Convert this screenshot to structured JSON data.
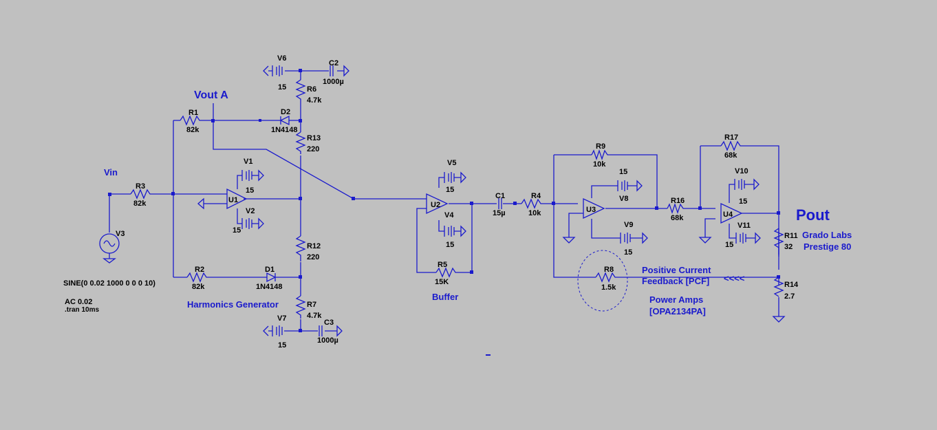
{
  "labels": {
    "vin": "Vin",
    "vout_a": "Vout A",
    "pout": "Pout",
    "load_line1": "Grado Labs",
    "load_line2": "Prestige 80",
    "pcf_line1": "Positive Current",
    "pcf_line2": "Feedback [PCF]",
    "pcf_arrows": "<<<<",
    "amps_line1": "Power Amps",
    "amps_line2": "[OPA2134PA]",
    "harmonics": "Harmonics Generator",
    "buffer": "Buffer",
    "sine_directive": "SINE(0 0.02 1000 0 0 0 10)",
    "ac_directive": "AC 0.02",
    "tran_directive": ".tran 10ms"
  },
  "resistors": {
    "R1": {
      "name": "R1",
      "value": "82k"
    },
    "R2": {
      "name": "R2",
      "value": "82k"
    },
    "R3": {
      "name": "R3",
      "value": "82k"
    },
    "R4": {
      "name": "R4",
      "value": "10k"
    },
    "R5": {
      "name": "R5",
      "value": "15K"
    },
    "R6": {
      "name": "R6",
      "value": "4.7k"
    },
    "R7": {
      "name": "R7",
      "value": "4.7k"
    },
    "R8": {
      "name": "R8",
      "value": "1.5k"
    },
    "R9": {
      "name": "R9",
      "value": "10k"
    },
    "R11": {
      "name": "R11",
      "value": "32"
    },
    "R12": {
      "name": "R12",
      "value": "220"
    },
    "R13": {
      "name": "R13",
      "value": "220"
    },
    "R14": {
      "name": "R14",
      "value": "2.7"
    },
    "R16": {
      "name": "R16",
      "value": "68k"
    },
    "R17": {
      "name": "R17",
      "value": "68k"
    }
  },
  "capacitors": {
    "C1": {
      "name": "C1",
      "value": "15µ"
    },
    "C2": {
      "name": "C2",
      "value": "1000µ"
    },
    "C3": {
      "name": "C3",
      "value": "1000µ"
    }
  },
  "diodes": {
    "D1": {
      "name": "D1",
      "value": "1N4148"
    },
    "D2": {
      "name": "D2",
      "value": "1N4148"
    }
  },
  "sources": {
    "V1": {
      "name": "V1",
      "value": "15"
    },
    "V2": {
      "name": "V2",
      "value": "15"
    },
    "V3": {
      "name": "V3"
    },
    "V4": {
      "name": "V4",
      "value": "15"
    },
    "V5": {
      "name": "V5",
      "value": "15"
    },
    "V6": {
      "name": "V6",
      "value": "15"
    },
    "V7": {
      "name": "V7",
      "value": "15"
    },
    "V8": {
      "name": "V8",
      "value": "15"
    },
    "V9": {
      "name": "V9",
      "value": "15"
    },
    "V10": {
      "name": "V10",
      "value": "15"
    },
    "V11": {
      "name": "V11",
      "value": "15"
    }
  },
  "opamps": {
    "U1": "U1",
    "U2": "U2",
    "U3": "U3",
    "U4": "U4"
  }
}
